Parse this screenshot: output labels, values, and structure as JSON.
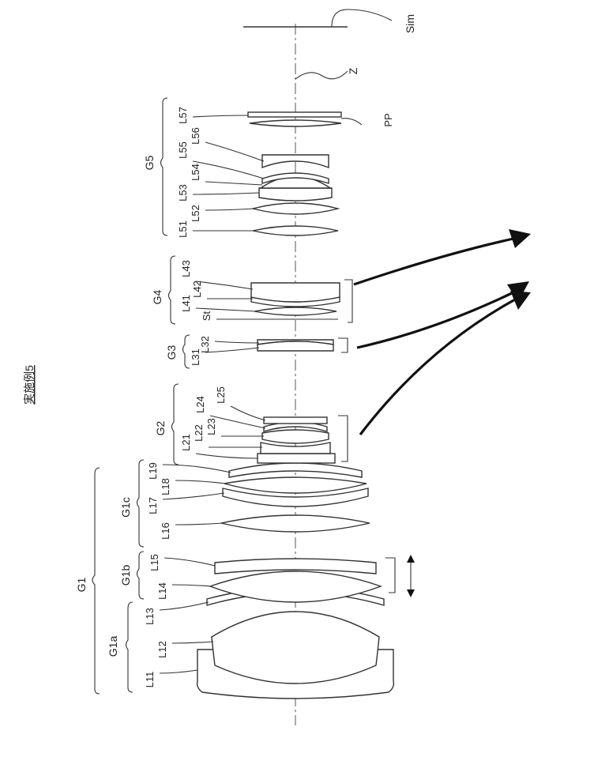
{
  "figure": {
    "title": "実施例5",
    "sensor_label": "Sim",
    "axis_label": "Z",
    "stop_label": "St",
    "plate_label": "PP"
  },
  "groups": {
    "g1": "G1",
    "g1a": "G1a",
    "g1b": "G1b",
    "g1c": "G1c",
    "g2": "G2",
    "g3": "G3",
    "g4": "G4",
    "g5": "G5"
  },
  "lenses": {
    "l11": "L11",
    "l12": "L12",
    "l13": "L13",
    "l14": "L14",
    "l15": "L15",
    "l16": "L16",
    "l17": "L17",
    "l18": "L18",
    "l19": "L19",
    "l21": "L21",
    "l22": "L22",
    "l23": "L23",
    "l24": "L24",
    "l25": "L25",
    "l31": "L31",
    "l32": "L32",
    "l41": "L41",
    "l42": "L42",
    "l43": "L43",
    "l51": "L51",
    "l52": "L52",
    "l53": "L53",
    "l54": "L54",
    "l55": "L55",
    "l56": "L56",
    "l57": "L57"
  }
}
